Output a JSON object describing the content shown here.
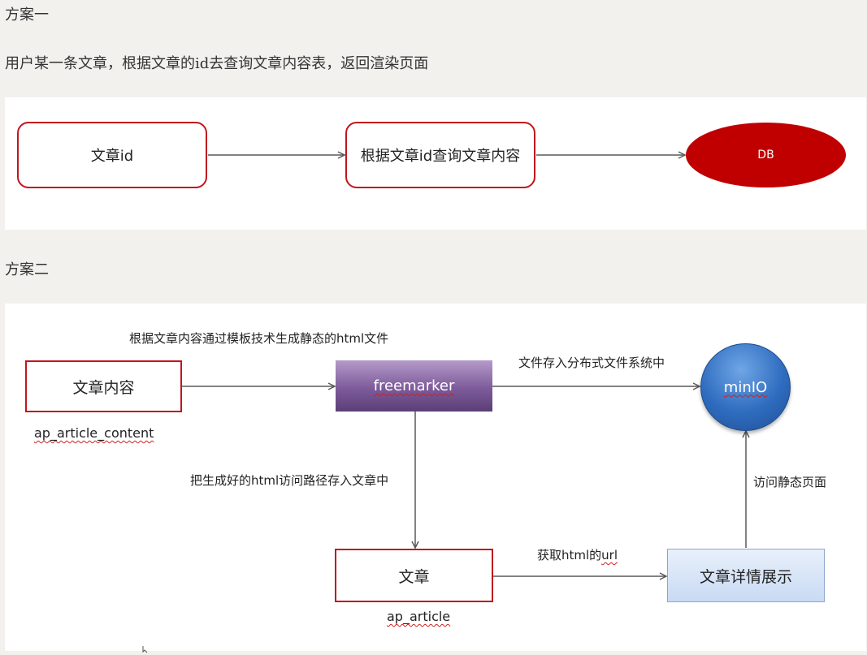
{
  "plan_one": {
    "heading": "方案一",
    "description": "用户某一条文章，根据文章的id去查询文章内容表，返回渲染页面",
    "nodes": {
      "article_id": "文章id",
      "query_content": "根据文章id查询文章内容",
      "db": "DB"
    }
  },
  "plan_two": {
    "heading": "方案二",
    "nodes": {
      "article_content": "文章内容",
      "freemarker": "freemarker",
      "minio": "minIO",
      "article": "文章",
      "article_detail": "文章详情展示"
    },
    "table_labels": {
      "article_content_table": "ap_article_content",
      "article_table": "ap_article"
    },
    "edge_labels": {
      "generate_static_html": "根据文章内容通过模板技术生成静态的html文件",
      "store_in_dfs": "文件存入分布式文件系统中",
      "save_path_to_article": "把生成好的html访问路径存入文章中",
      "get_html_url_prefix": "获取html的",
      "get_html_url_suffix": "url",
      "visit_static_page": "访问静态页面"
    }
  },
  "colors": {
    "border_red": "#c0161c",
    "db_red": "#c00000",
    "arrow_gray": "#595959",
    "minio_blue": "#2f6cbf"
  }
}
